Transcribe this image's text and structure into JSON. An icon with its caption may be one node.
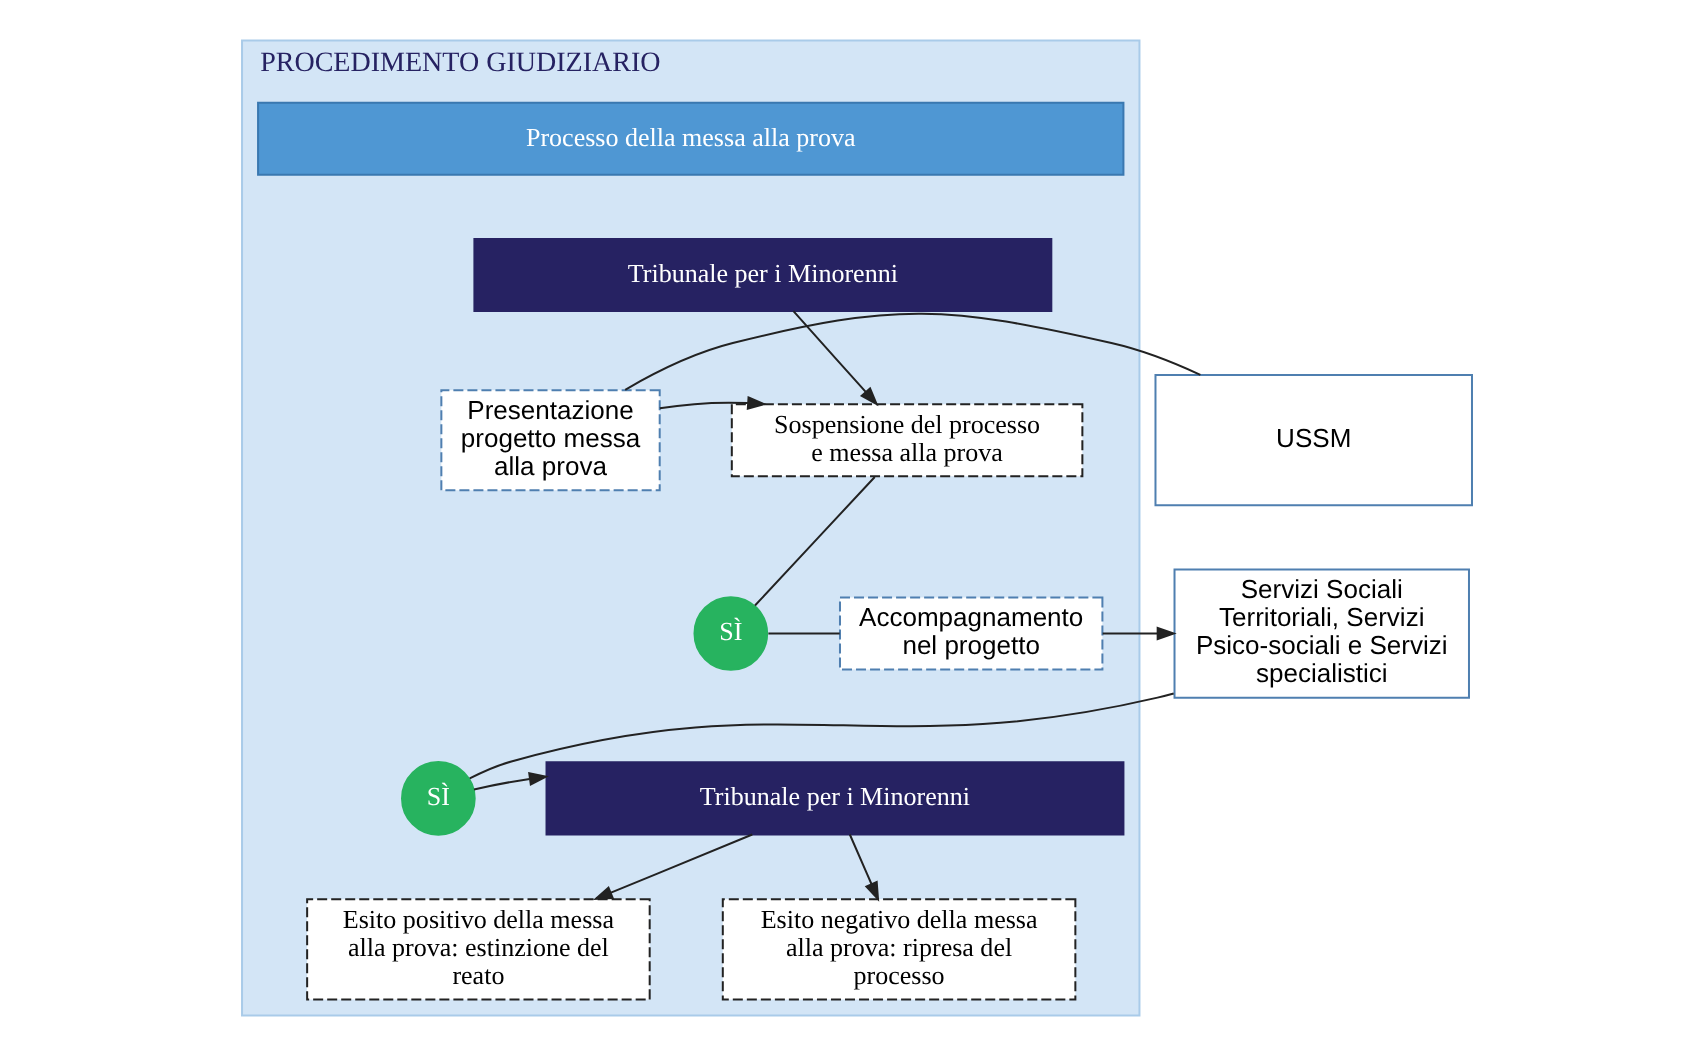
{
  "diagram": {
    "nodes": [
      {
        "text": [
          "PROCEDIMENTO GIUDIZIARIO"
        ]
      },
      {
        "text": [
          "Processo della messa alla prova"
        ],
        "in": 0
      },
      {
        "text": [
          "Tribunale per i Minorenni"
        ],
        "in": 0
      },
      {
        "text": [
          "Sospensione del processo e messa alla prova"
        ],
        "in": 0
      },
      {
        "text": [
          "Presentazione progetto messa alla prova"
        ],
        "in": 0
      },
      {
        "text": [
          "USSM"
        ]
      },
      {
        "text": [
          "SÌ"
        ],
        "in": 0
      },
      {
        "text": [
          "Accompagnamento nel progetto"
        ],
        "in": 0
      },
      {
        "text": [
          "Servizi Sociali Territoriali, Servizi Psico-sociali e Servizi specialistici"
        ]
      },
      {
        "text": [
          "Tribunale per i Minorenni"
        ],
        "in": 0
      },
      {
        "text": [
          "SÌ"
        ],
        "in": 0
      },
      {
        "text": [
          "Esito positivo della messa alla prova: estinzione del reato"
        ],
        "in": 0
      },
      {
        "text": [
          "Esito negativo della messa alla prova: ripresa del processo"
        ],
        "in": 0
      }
    ],
    "edges": [
      {
        "from": 2,
        "to": 3,
        "arrow": "to"
      },
      {
        "from": 5,
        "to": 4,
        "arrow": "none"
      },
      {
        "from": 4,
        "to": 3,
        "arrow": "to"
      },
      {
        "from": 3,
        "to": 6,
        "arrow": "none"
      },
      {
        "from": 6,
        "to": 7,
        "arrow": "none"
      },
      {
        "from": 7,
        "to": 8,
        "arrow": "to"
      },
      {
        "from": 8,
        "to": 10,
        "arrow": "none"
      },
      {
        "from": 10,
        "to": 9,
        "arrow": "to"
      },
      {
        "from": 9,
        "to": 11,
        "arrow": "to"
      },
      {
        "from": 9,
        "to": 12,
        "arrow": "to"
      }
    ]
  }
}
